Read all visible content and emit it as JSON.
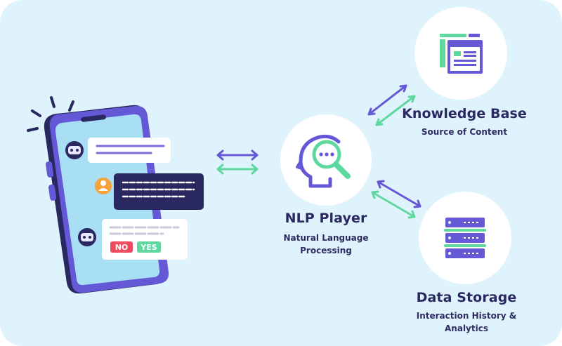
{
  "nodes": {
    "nlp": {
      "title": "NLP Player",
      "subtitle_line1": "Natural Language",
      "subtitle_line2": "Processing"
    },
    "knowledge": {
      "title": "Knowledge Base",
      "subtitle": "Source of Content"
    },
    "storage": {
      "title": "Data Storage",
      "subtitle_line1": "Interaction History &",
      "subtitle_line2": "Analytics"
    }
  },
  "chat": {
    "no_label": "NO",
    "yes_label": "YES"
  },
  "colors": {
    "background": "#dff3fc",
    "navy": "#2a2860",
    "purple": "#6a5ad8",
    "green": "#5fd8a0",
    "red": "#ef4a5e",
    "orange": "#f6a33a"
  },
  "icons": [
    "robot-avatar-icon",
    "user-avatar-icon",
    "head-search-icon",
    "web-page-icon",
    "server-stack-icon",
    "double-arrow-icon"
  ]
}
